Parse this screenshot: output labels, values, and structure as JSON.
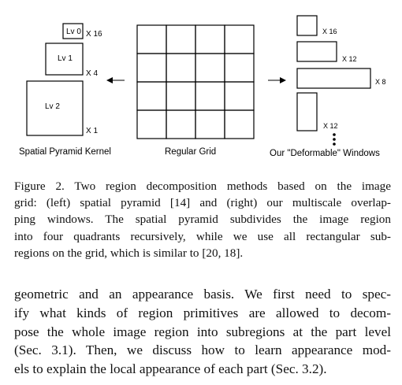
{
  "figure": {
    "pyramid": {
      "levels": [
        {
          "label": "Lv 0",
          "multiplier": "X 16"
        },
        {
          "label": "Lv 1",
          "multiplier": "X 4"
        },
        {
          "label": "Lv 2",
          "multiplier": "X 1"
        }
      ],
      "caption": "Spatial Pyramid Kernel"
    },
    "grid": {
      "rows": 4,
      "cols": 4,
      "caption": "Regular Grid"
    },
    "windows": {
      "multipliers": [
        "X 16",
        "X 12",
        "X 8",
        "X 12"
      ],
      "caption": "Our \"Deformable\" Windows"
    }
  },
  "caption_lines": [
    "Figure 2. Two region decomposition methods based on the image",
    "grid: (left) spatial pyramid [14] and (right) our multiscale overlap-",
    "ping windows. The spatial pyramid subdivides the image region",
    "into four quadrants recursively, while we use all rectangular sub-",
    "regions on the grid, which is similar to [20, 18]."
  ],
  "body_lines": [
    "geometric and an appearance basis. We first need to spec-",
    "ify what kinds of region primitives are allowed to decom-",
    "pose the whole image region into subregions at the part level",
    "(Sec. 3.1). Then, we discuss how to learn appearance mod-",
    "els to explain the local appearance of each part (Sec. 3.2)."
  ]
}
